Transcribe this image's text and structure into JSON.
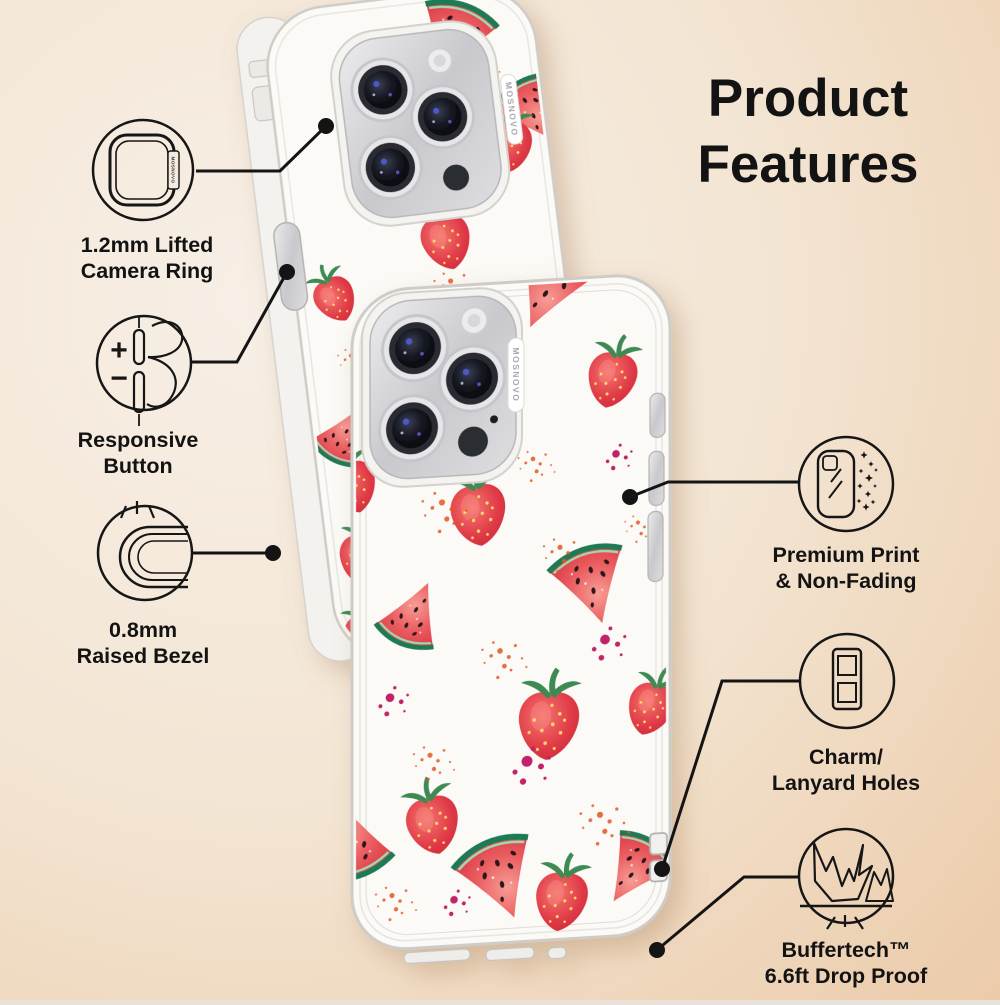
{
  "page": {
    "type": "product-feature-graphic",
    "product": "clear phone case with watermelon and strawberry pattern"
  },
  "title": {
    "line1": "Product",
    "line2": "Features"
  },
  "brand": {
    "vertical_label": "MOSNOVO"
  },
  "features": [
    {
      "id": "lifted-camera-ring",
      "icon": "camera-ring-icon",
      "label": [
        "1.2mm Lifted",
        "Camera Ring"
      ]
    },
    {
      "id": "responsive-button",
      "icon": "volume-buttons-finger-icon",
      "label": [
        "Responsive",
        "Button"
      ],
      "plus_glyph": "+",
      "minus_glyph": "−"
    },
    {
      "id": "raised-bezel",
      "icon": "raised-bezel-icon",
      "label": [
        "0.8mm",
        "Raised Bezel"
      ]
    },
    {
      "id": "premium-print",
      "icon": "printed-case-sparkles-icon",
      "label": [
        "Premium Print",
        "& Non-Fading"
      ]
    },
    {
      "id": "charm-lanyard-holes",
      "icon": "lanyard-holes-icon",
      "label": [
        "Charm/",
        "Lanyard Holes"
      ]
    },
    {
      "id": "drop-proof",
      "icon": "impact-burst-icon",
      "label": [
        "Buffertech™",
        "6.6ft Drop Proof"
      ]
    }
  ],
  "colors": {
    "background_light": "#f7efe6",
    "background_peach": "#e9c4a0",
    "line_and_text": "#141414",
    "watermelon_flesh": "#e0434d",
    "watermelon_rind": "#1f7a55",
    "strawberry_body": "#e03a47",
    "strawberry_seed": "#ffd76e",
    "leaf_green": "#3c8a52",
    "splatter_magenta": "#c2246a",
    "splatter_orange": "#e0581f",
    "case_interior": "#fbfaf7",
    "camera_silver": "#d6d6da"
  }
}
